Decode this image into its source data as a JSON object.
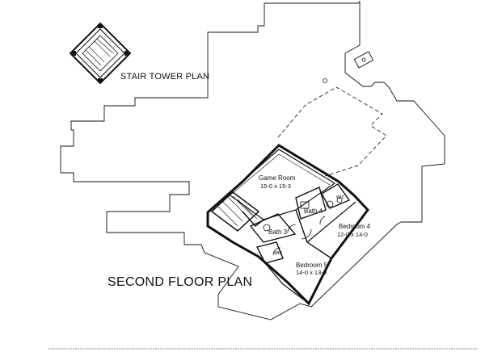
{
  "plan": {
    "title": "SECOND FLOOR PLAN",
    "stair_tower_label": "STAIR TOWER PLAN",
    "rooms": [
      {
        "id": "game-room",
        "name": "Game Room",
        "size": "15-0 x 15-3"
      },
      {
        "id": "bedroom-4",
        "name": "Bedroom 4",
        "size": "12-0 x 14-0"
      },
      {
        "id": "bedroom-5",
        "name": "Bedroom 5",
        "size": "14-0 x 13-0"
      },
      {
        "id": "bath-3",
        "name": "Bath 3"
      },
      {
        "id": "bath-4",
        "name": "Bath 4"
      },
      {
        "id": "wic-1",
        "name": "wic"
      },
      {
        "id": "wic-2",
        "name": "wic"
      }
    ]
  }
}
